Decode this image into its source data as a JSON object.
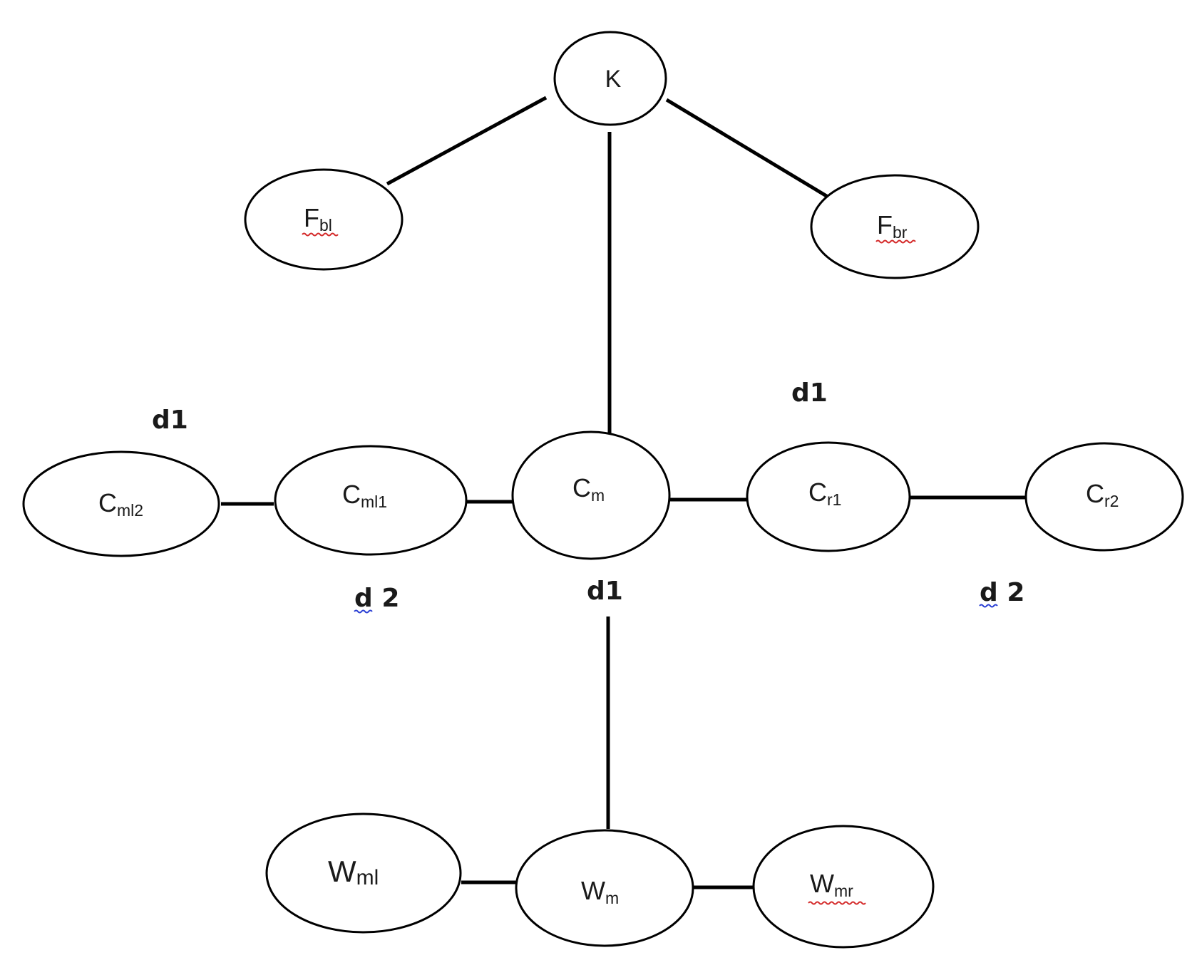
{
  "nodes": {
    "k": {
      "label": "K"
    },
    "fbl": {
      "main": "F",
      "sub": "bl",
      "spellcheck_underline": "red"
    },
    "fbr": {
      "main": "F",
      "sub": "br",
      "spellcheck_underline": "red"
    },
    "cml2": {
      "main": "C",
      "sub": "ml2"
    },
    "cml1": {
      "main": "C",
      "sub": "ml1"
    },
    "cm": {
      "main": "C",
      "sub": "m"
    },
    "cr1": {
      "main": "C",
      "sub": "r1"
    },
    "cr2": {
      "main": "C",
      "sub": "r2"
    },
    "wml": {
      "main": "W",
      "sub": "ml"
    },
    "wm": {
      "main": "W",
      "sub": "m"
    },
    "wmr": {
      "main": "W",
      "sub": "mr",
      "spellcheck_underline": "red"
    }
  },
  "edges": [
    {
      "from": "k",
      "to": "fbl"
    },
    {
      "from": "k",
      "to": "fbr"
    },
    {
      "from": "k",
      "to": "cm"
    },
    {
      "from": "cml2",
      "to": "cml1"
    },
    {
      "from": "cml1",
      "to": "cm"
    },
    {
      "from": "cm",
      "to": "cr1"
    },
    {
      "from": "cr1",
      "to": "cr2"
    },
    {
      "from": "cm",
      "to": "wm"
    },
    {
      "from": "wml",
      "to": "wm"
    },
    {
      "from": "wm",
      "to": "wmr"
    }
  ],
  "edge_labels": {
    "left_d1": "d1",
    "right_d1": "d1",
    "left_d2": {
      "d": "d",
      "rest": " 2",
      "spellcheck_underline": "blue"
    },
    "center_d1": "d1",
    "right_d2": {
      "d": "d",
      "rest": " 2",
      "spellcheck_underline": "blue"
    }
  },
  "colors": {
    "stroke": "#000000",
    "text": "#1a1a1a",
    "spellcheck_red": "#d42a2a",
    "grammar_blue": "#2a3fd4"
  }
}
